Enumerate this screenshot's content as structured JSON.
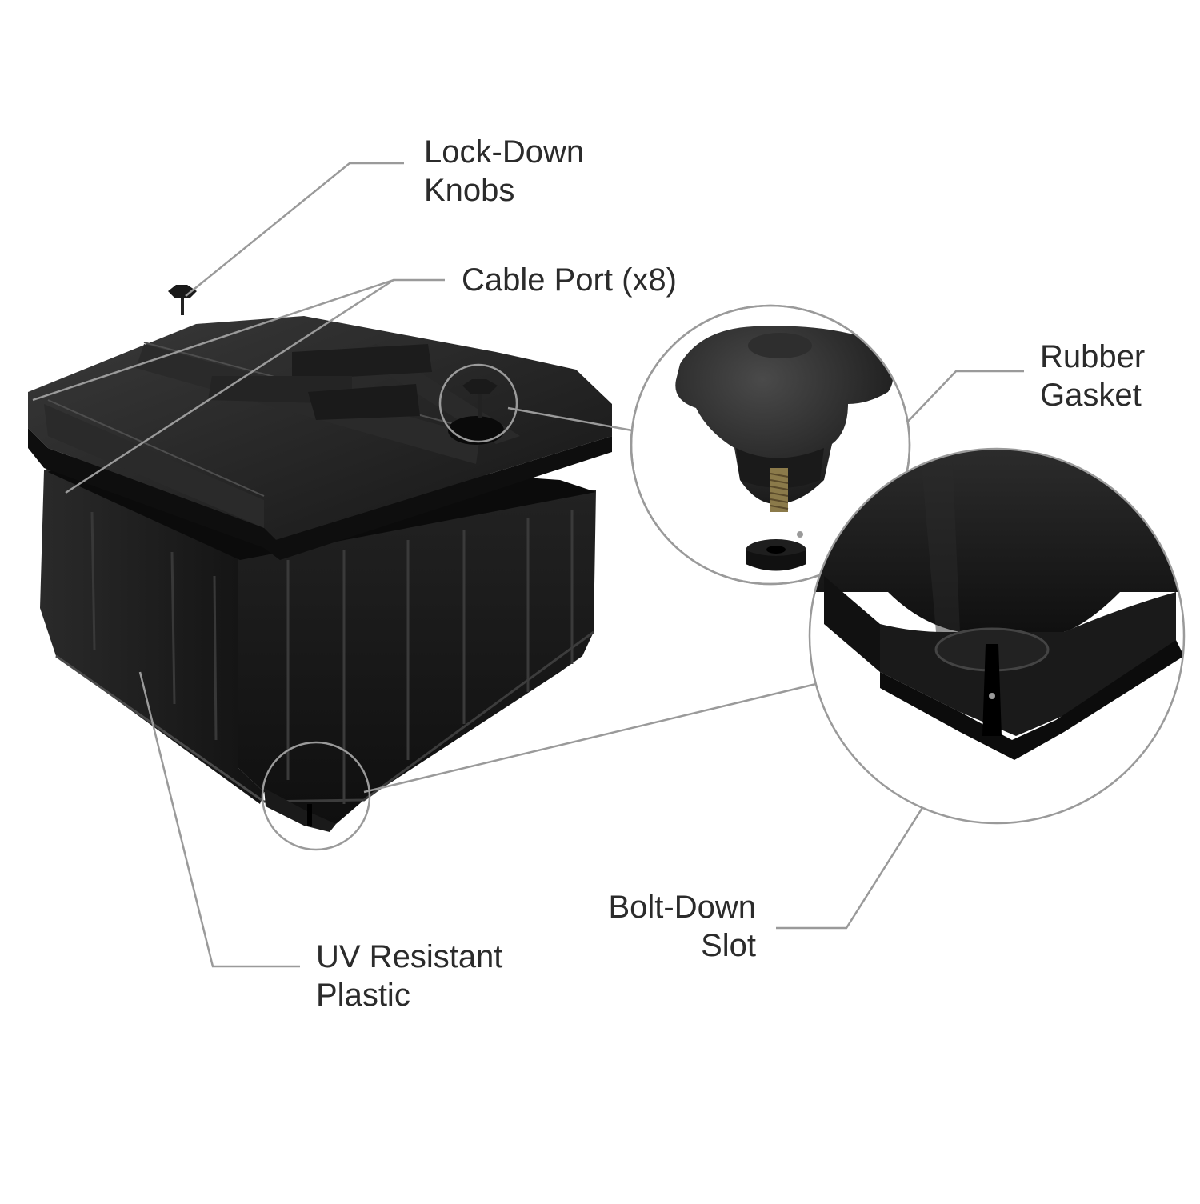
{
  "callouts": {
    "lock_down_knobs": {
      "line1": "Lock-Down",
      "line2": "Knobs"
    },
    "cable_port": {
      "line1": "Cable Port (x8)"
    },
    "rubber_gasket": {
      "line1": "Rubber",
      "line2": "Gasket"
    },
    "bolt_down_slot": {
      "line1": "Bolt-Down",
      "line2": "Slot"
    },
    "uv_resistant_plastic": {
      "line1": "UV Resistant",
      "line2": "Plastic"
    }
  },
  "colors": {
    "leader_line": "#9a9a9a",
    "product_body": "#1f1f1f",
    "product_highlight": "#3a3a3a",
    "label_text": "#2b2b2b",
    "background": "#ffffff"
  },
  "icons": {
    "knob": "lock-down-knob-icon",
    "gasket": "rubber-gasket-icon"
  }
}
